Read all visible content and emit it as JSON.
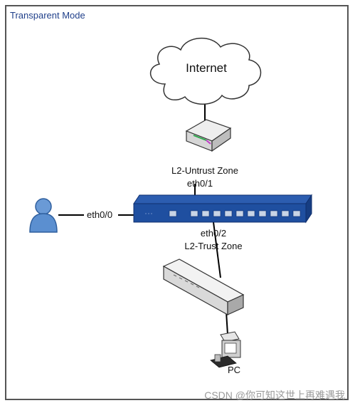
{
  "diagram": {
    "title": "Transparent Mode",
    "internet_label": "Internet",
    "untrust_zone_label": "L2-Untrust Zone",
    "eth01_label": "eth0/1",
    "eth00_label": "eth0/0",
    "eth02_label": "eth0/2",
    "trust_zone_label": "L2-Trust Zone",
    "pc_label": "PC",
    "watermark": "CSDN @你可知这世上再难遇我"
  },
  "colors": {
    "frame": "#555555",
    "title": "#1f3f8a",
    "firewall_body": "#1f4fa0",
    "firewall_dark": "#0f2f6e",
    "user_blue": "#5b8fd0",
    "switch_gray": "#d9d9d9",
    "line": "#000000"
  },
  "icons": [
    "cloud-icon",
    "router-icon",
    "firewall-icon",
    "user-icon",
    "switch-icon",
    "pc-icon"
  ]
}
